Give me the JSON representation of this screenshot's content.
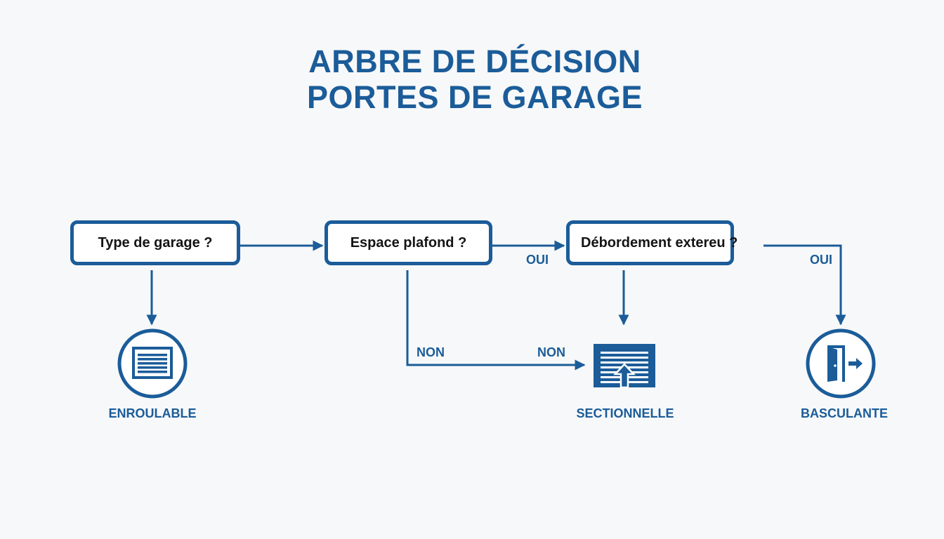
{
  "title": {
    "line1": "ARBRE DE DÉCISION",
    "line2": "PORTES DE GARAGE"
  },
  "questions": [
    {
      "id": "q1",
      "label": "Type de garage ?"
    },
    {
      "id": "q2",
      "label": "Espace plafond ?"
    },
    {
      "id": "q3",
      "label": "Débordement extereu ?"
    }
  ],
  "edges": {
    "q2_to_q3": "OUI",
    "q3_to_basculante": "OUI",
    "q2_to_sectionnelle": "NON",
    "q3_to_sectionnelle": "NON"
  },
  "outcomes": [
    {
      "id": "enroulable",
      "label": "ENROULABLE",
      "icon": "roller-door-icon"
    },
    {
      "id": "sectionnelle",
      "label": "SECTIONNELLE",
      "icon": "sectional-door-icon"
    },
    {
      "id": "basculante",
      "label": "BASCULANTE",
      "icon": "tilting-door-icon"
    }
  ],
  "colors": {
    "primary": "#1b5c99",
    "text": "#141414",
    "background": "#f7f8f9"
  }
}
